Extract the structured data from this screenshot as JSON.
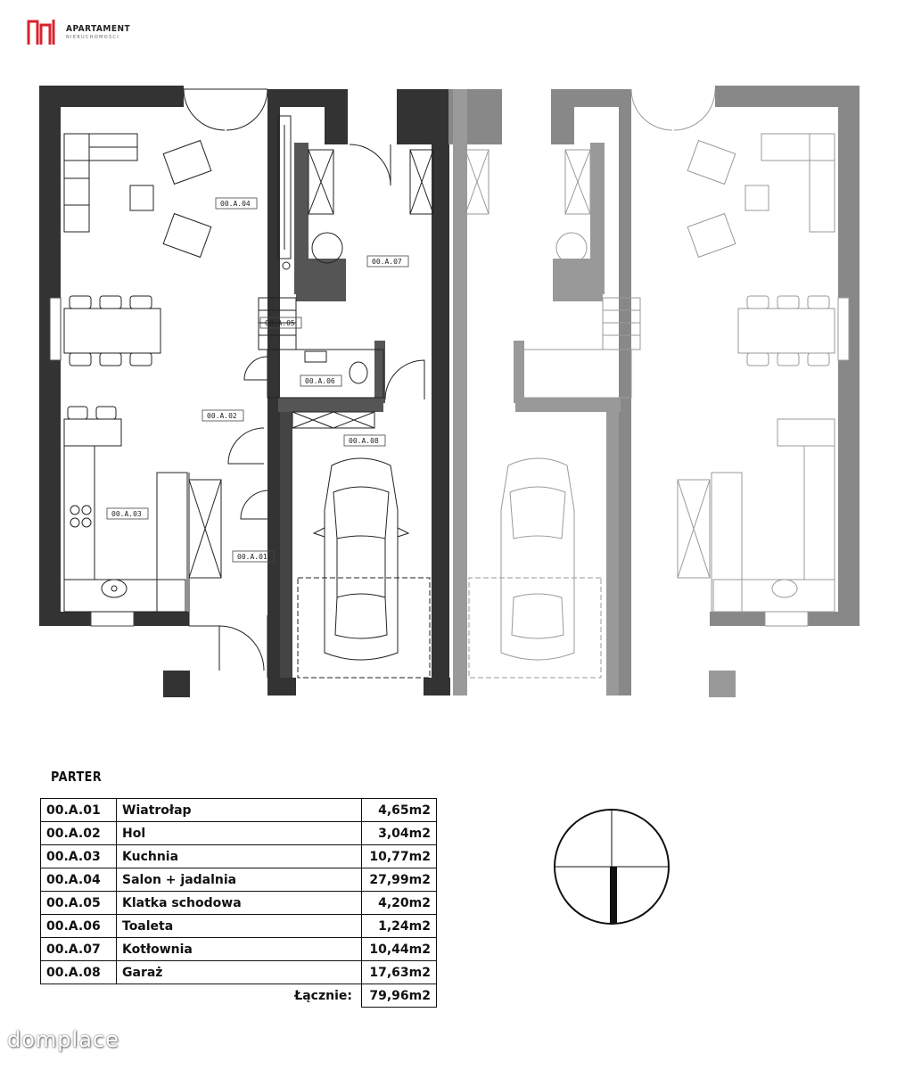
{
  "logo": {
    "name": "APARTAMENT",
    "subtitle": "NIERUCHOMOŚCI"
  },
  "floor_title": "PARTER",
  "rooms": [
    {
      "code": "00.A.01",
      "name": "Wiatrołap",
      "area": "4,65m2"
    },
    {
      "code": "00.A.02",
      "name": "Hol",
      "area": "3,04m2"
    },
    {
      "code": "00.A.03",
      "name": "Kuchnia",
      "area": "10,77m2"
    },
    {
      "code": "00.A.04",
      "name": "Salon + jadalnia",
      "area": "27,99m2"
    },
    {
      "code": "00.A.05",
      "name": "Klatka schodowa",
      "area": "4,20m2"
    },
    {
      "code": "00.A.06",
      "name": "Toaleta",
      "area": "1,24m2"
    },
    {
      "code": "00.A.07",
      "name": "Kotłownia",
      "area": "10,44m2"
    },
    {
      "code": "00.A.08",
      "name": "Garaż",
      "area": "17,63m2"
    }
  ],
  "total": {
    "label": "Łącznie:",
    "value": "79,96m2"
  },
  "watermark": "domplace",
  "colors": {
    "wall": "#3a3a3a",
    "wall_mirror": "#8e8e8e",
    "line": "#222222",
    "line_mirror": "#9a9a9a"
  }
}
